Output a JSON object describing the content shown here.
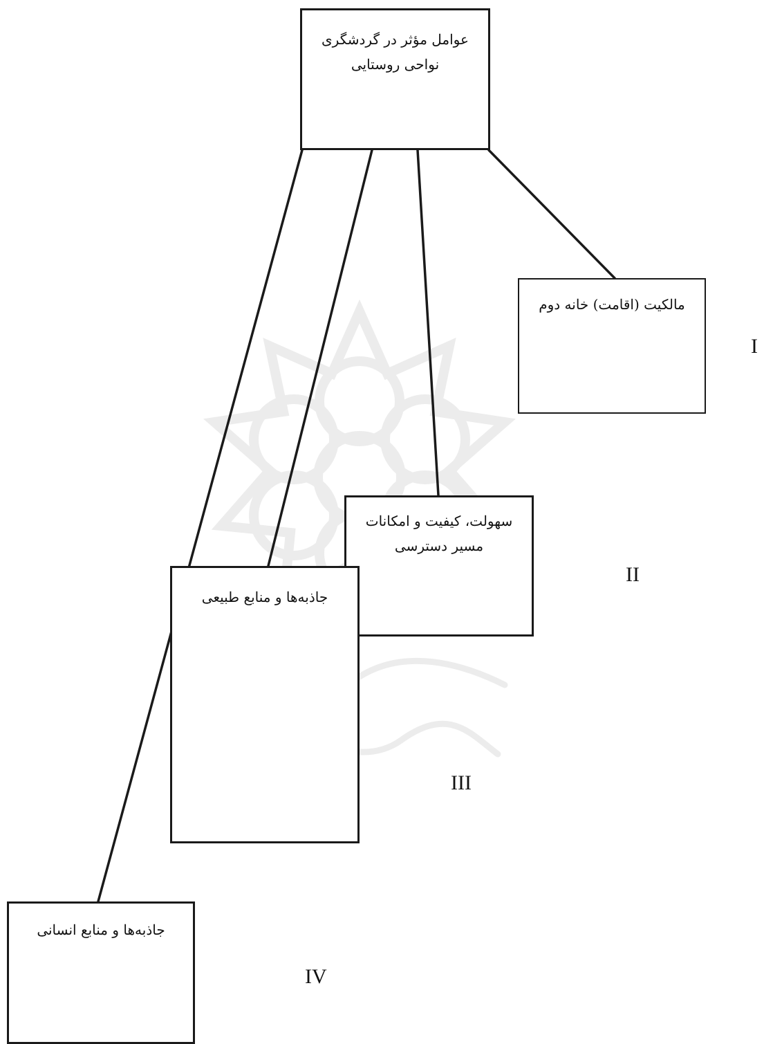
{
  "diagram": {
    "root": {
      "line1": "عوامل مؤثر در گردشگری",
      "line2": "نواحی روستایی"
    },
    "factors": [
      {
        "numeral": "I",
        "line1": "مالکیت (اقامت) خانه دوم",
        "line2": ""
      },
      {
        "numeral": "II",
        "line1": "سهولت، کیفیت و امکانات",
        "line2": "مسیر دسترسی"
      },
      {
        "numeral": "III",
        "line1": "جاذبه‌ها و منابع طبیعی",
        "line2": ""
      },
      {
        "numeral": "IV",
        "line1": "جاذبه‌ها و منابع انسانی",
        "line2": ""
      }
    ]
  },
  "colors": {
    "line": "#1a1a1a",
    "watermark": "#777777"
  }
}
